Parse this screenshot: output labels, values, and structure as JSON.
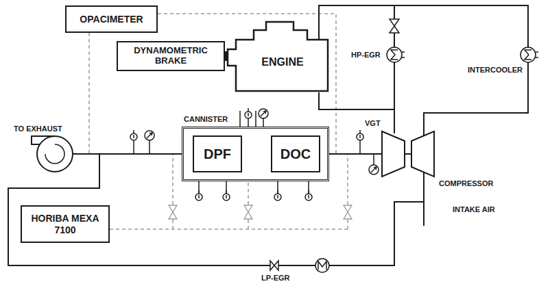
{
  "diagram": {
    "nodes": [
      {
        "text": [
          "OPACIMETER"
        ]
      },
      {
        "text": [
          "DYNAMOMETRIC BRAKE"
        ]
      },
      {
        "text": [
          "ENGINE"
        ]
      },
      {
        "text": [
          "CANNISTER"
        ]
      },
      {
        "text": [
          "DPF"
        ],
        "in": 3
      },
      {
        "text": [
          "DOC"
        ],
        "in": 3
      },
      {
        "text": [
          "HORIBA MEXA 7100"
        ]
      }
    ],
    "edges": [
      {
        "from": 1,
        "to": 2,
        "arrow": "none"
      }
    ],
    "labels": [
      "TO EXHAUST",
      "VGT",
      "COMPRESSOR",
      "INTAKE AIR",
      "HP-EGR",
      "INTERCOOLER",
      "LP-EGR"
    ]
  }
}
